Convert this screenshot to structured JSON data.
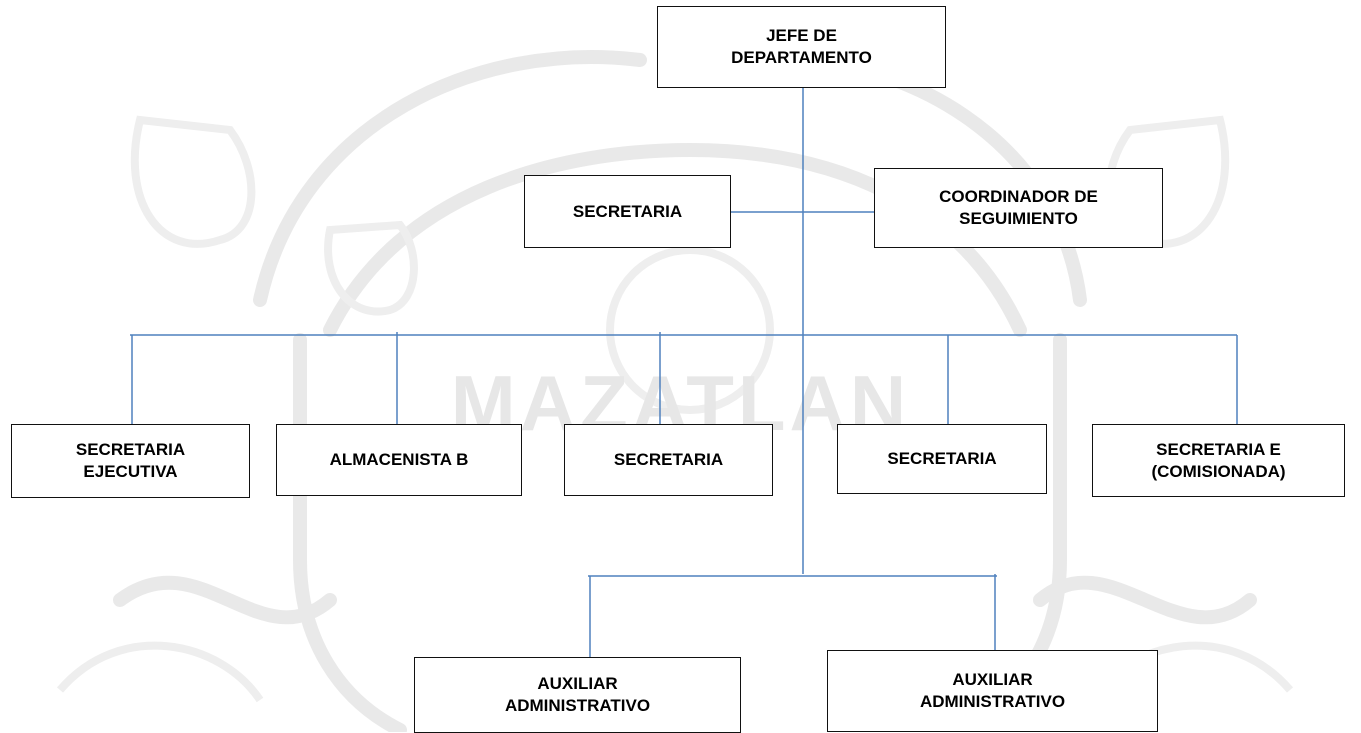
{
  "watermark": {
    "text": "MAZATLAN",
    "colors": {
      "line": "#e9e9e9",
      "text": "#e7e7e7"
    }
  },
  "connector_color": "#4f81bd",
  "org_chart": {
    "head": "JEFE DE\nDEPARTAMENTO",
    "staff_left": "SECRETARIA",
    "staff_right": "COORDINADOR DE\nSEGUIMIENTO",
    "level_2": [
      "SECRETARIA\nEJECUTIVA",
      "ALMACENISTA B",
      "SECRETARIA",
      "SECRETARIA",
      "SECRETARIA E\n(COMISIONADA)"
    ],
    "level_3": [
      "AUXILIAR\nADMINISTRATIVO",
      "AUXILIAR\nADMINISTRATIVO"
    ]
  }
}
